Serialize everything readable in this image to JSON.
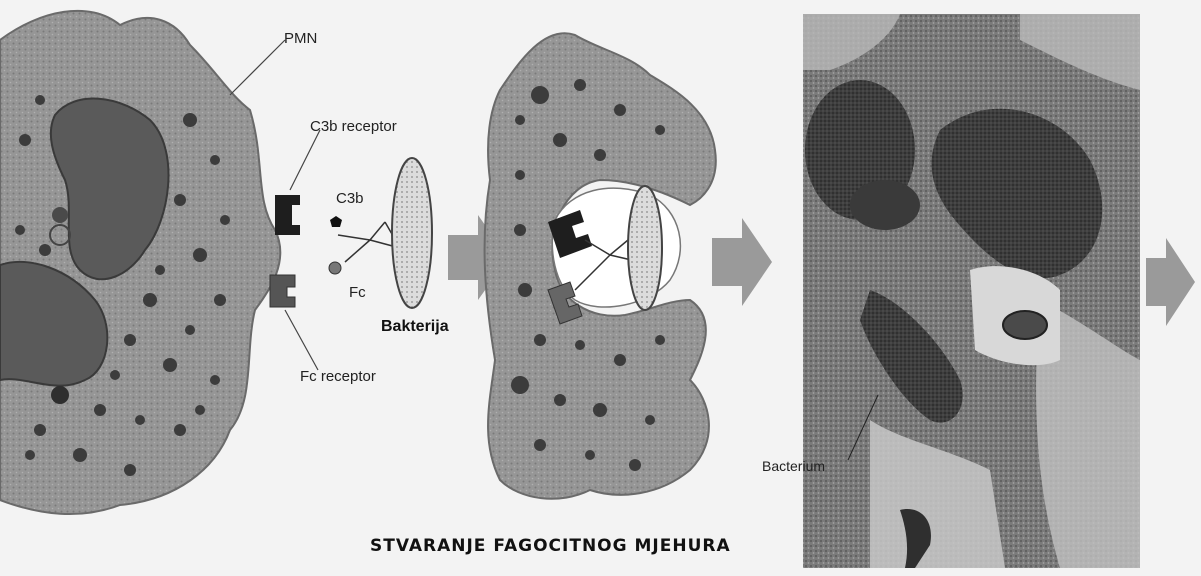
{
  "labels": {
    "pmn": "PMN",
    "c3b_receptor": "C3b receptor",
    "c3b": "C3b",
    "fc": "Fc",
    "bakterija": "Bakterija",
    "fc_receptor": "Fc receptor",
    "bacterium": "Bacterium"
  },
  "caption": "STVARANJE FAGOCITNOG MJEHURA",
  "colors": {
    "cell": "#8f8f8f",
    "nucleus": "#555555",
    "granule": "#3c3c3c",
    "receptor": "#1e1e1e",
    "arrow": "#9a9a9a",
    "micrograph": "#6e6e6e"
  }
}
